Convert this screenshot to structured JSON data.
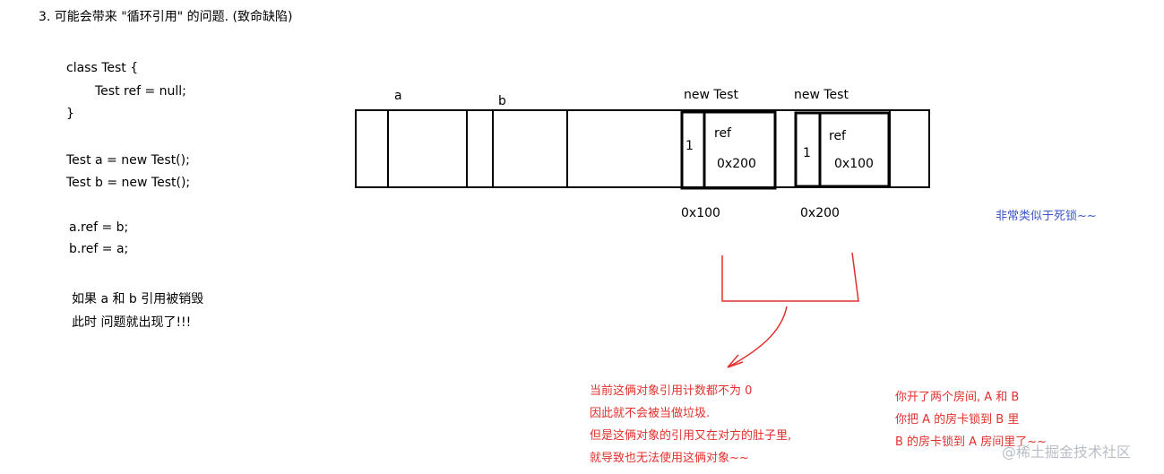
{
  "heading": "3. 可能会带来 \"循环引用\" 的问题. (致命缺陷)",
  "code": {
    "lines": [
      "class Test {",
      "Test ref = null;",
      "}",
      "Test a = new Test();",
      "Test b = new Test();",
      "a.ref = b;",
      "b.ref = a;"
    ]
  },
  "note": {
    "line1": "如果 a 和 b 引用被销毁",
    "line2": "此时 问题就出现了!!!"
  },
  "memory": {
    "var_a": "a",
    "var_b": "b",
    "obj1": {
      "title": "new Test",
      "count": "1",
      "ref_label": "ref",
      "ref_value": "0x200",
      "address": "0x100"
    },
    "obj2": {
      "title": "new Test",
      "count": "1",
      "ref_label": "ref",
      "ref_value": "0x100",
      "address": "0x200"
    }
  },
  "deadlock_note": "非常类似于死锁~~",
  "explanation": [
    "当前这俩对象引用计数都不为 0",
    "因此就不会被当做垃圾.",
    "但是这俩对象的引用又在对方的肚子里,",
    "就导致也无法使用这俩对象~~"
  ],
  "analogy": [
    "你开了两个房间, A 和 B",
    "你把 A 的房卡锁到 B 里",
    "B 的房卡锁到 A 房间里了~~"
  ],
  "watermark": "@稀土掘金技术社区",
  "colors": {
    "annotation_red": "#e2302d",
    "note_blue": "#3b56c9"
  }
}
